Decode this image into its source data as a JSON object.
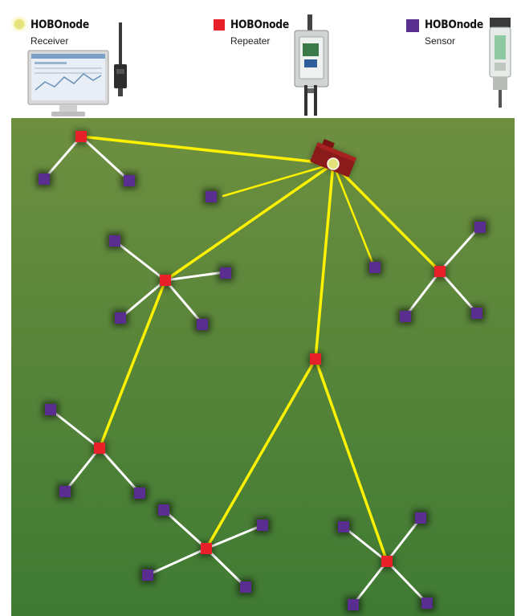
{
  "brand": "HOBOnode",
  "legend": [
    {
      "brand": "HOBOnode",
      "role": "Receiver",
      "color": "#e4e27a",
      "shape": "circle"
    },
    {
      "brand": "HOBOnode",
      "role": "Repeater",
      "color": "#e8202a",
      "shape": "square"
    },
    {
      "brand": "HOBOnode",
      "role": "Sensor",
      "color": "#5a2d91",
      "shape": "square"
    }
  ],
  "colors": {
    "field_top": "#6e8f40",
    "field_bottom": "#3f7a33",
    "receiver_link": "#fff200",
    "sensor_link": "#ffffff",
    "repeater": "#e8202a",
    "sensor": "#5a2d91",
    "receiver": "#e4e27a",
    "receiver_body": "#8b1a1a"
  },
  "icons": [
    "computer-monitor-icon",
    "antenna-receiver-icon",
    "repeater-enclosure-icon",
    "sensor-probe-icon"
  ]
}
